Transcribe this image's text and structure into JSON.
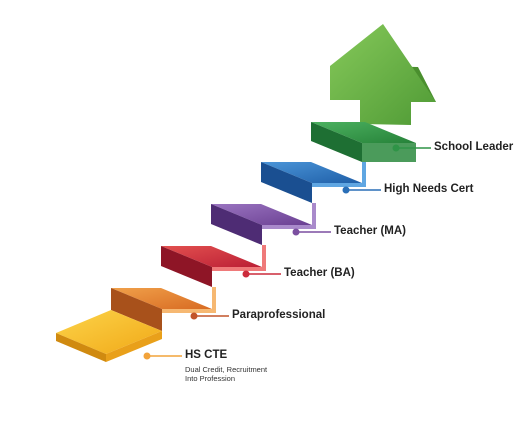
{
  "steps": [
    {
      "label": "HS CTE",
      "sublabel_line1": "Dual Credit, Recruitment",
      "sublabel_line2": "Into Profession",
      "color": "#f4b521"
    },
    {
      "label": "Paraprofessional",
      "color": "#e07b2c"
    },
    {
      "label": "Teacher (BA)",
      "color": "#cc2b3c"
    },
    {
      "label": "Teacher (MA)",
      "color": "#7b4fa0"
    },
    {
      "label": "High Needs Cert",
      "color": "#2a6fb7"
    },
    {
      "label": "School Leader",
      "color": "#2f9447"
    }
  ],
  "arrow": {
    "color": "#6fb544",
    "direction": "up"
  }
}
